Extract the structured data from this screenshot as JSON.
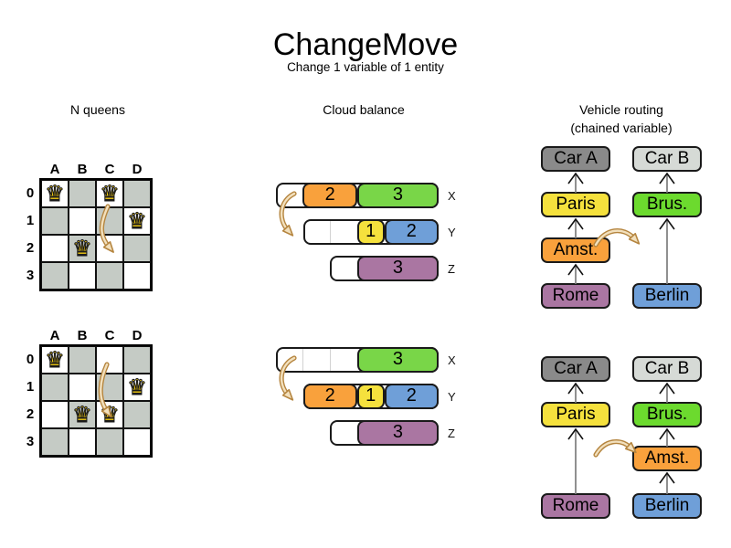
{
  "title": "ChangeMove",
  "subtitle": "Change 1 variable of 1 entity",
  "columns": {
    "nqueens": {
      "label": "N queens"
    },
    "cloud": {
      "label": "Cloud balance"
    },
    "vehicle": {
      "label": "Vehicle routing",
      "sublabel": "(chained variable)"
    }
  },
  "colors": {
    "board_dark": "#c5cbc5",
    "board_light": "#ffffff",
    "queen_gold": "#f5cd11",
    "orange": "#f9a13c",
    "cloud_green": "#79d648",
    "yellow": "#f5e13d",
    "blue": "#6f9fd8",
    "purple": "#aa76a2",
    "vr_green": "#6cda2e",
    "car_a_gray": "#8a8a8a",
    "car_b_gray": "#d6dad6",
    "move_arrow_fill": "#f2e0bd",
    "move_arrow_stroke": "#b5853f",
    "chain_line": "#7d7d7d",
    "outline": "#1a1a1a"
  },
  "nqueens": {
    "col_labels": [
      "A",
      "B",
      "C",
      "D"
    ],
    "row_labels": [
      "0",
      "1",
      "2",
      "3"
    ],
    "boards": [
      {
        "name": "before",
        "queens": [
          {
            "col": "A",
            "row": "0"
          },
          {
            "col": "C",
            "row": "0"
          },
          {
            "col": "D",
            "row": "1"
          },
          {
            "col": "B",
            "row": "2"
          }
        ],
        "move_arrow": {
          "from": "C0",
          "to": "C2"
        }
      },
      {
        "name": "after",
        "queens": [
          {
            "col": "A",
            "row": "0"
          },
          {
            "col": "D",
            "row": "1"
          },
          {
            "col": "B",
            "row": "2"
          },
          {
            "col": "C",
            "row": "2"
          }
        ],
        "move_arrow": {
          "from": "C0",
          "to": "C2"
        }
      }
    ]
  },
  "cloud": {
    "computer_labels": [
      "X",
      "Y",
      "Z"
    ],
    "states": [
      {
        "name": "before",
        "move_arrow": {
          "from": "X",
          "to": "Y"
        },
        "rows": [
          {
            "label": "X",
            "capacity": 6,
            "segments": [
              {
                "empty": 1
              },
              {
                "block": "2",
                "size": 2,
                "color": "orange"
              },
              {
                "block": "3",
                "size": 3,
                "color": "cloud_green"
              }
            ]
          },
          {
            "label": "Y",
            "capacity": 5,
            "segments": [
              {
                "empty": 2
              },
              {
                "block": "1",
                "size": 1,
                "color": "yellow"
              },
              {
                "block": "2",
                "size": 2,
                "color": "blue"
              }
            ]
          },
          {
            "label": "Z",
            "capacity": 4,
            "segments": [
              {
                "empty": 1
              },
              {
                "block": "3",
                "size": 3,
                "color": "purple"
              }
            ]
          }
        ]
      },
      {
        "name": "after",
        "move_arrow": {
          "from": "X",
          "to": "Y"
        },
        "rows": [
          {
            "label": "X",
            "capacity": 6,
            "segments": [
              {
                "empty": 3
              },
              {
                "block": "3",
                "size": 3,
                "color": "cloud_green"
              }
            ]
          },
          {
            "label": "Y",
            "capacity": 5,
            "segments": [
              {
                "block": "2",
                "size": 2,
                "color": "orange"
              },
              {
                "block": "1",
                "size": 1,
                "color": "yellow"
              },
              {
                "block": "2",
                "size": 2,
                "color": "blue"
              }
            ]
          },
          {
            "label": "Z",
            "capacity": 4,
            "segments": [
              {
                "empty": 1
              },
              {
                "block": "3",
                "size": 3,
                "color": "purple"
              }
            ]
          }
        ]
      }
    ]
  },
  "vehicle": {
    "states": [
      {
        "name": "before",
        "move_arrow": {
          "entity": "Amst.",
          "from": "Car A chain",
          "to": "Car B chain"
        },
        "chains": [
          {
            "nodes": [
              {
                "text": "Car A",
                "color": "car_a_gray",
                "slot": 0
              },
              {
                "text": "Paris",
                "color": "yellow",
                "slot": 1
              },
              {
                "text": "Amst.",
                "color": "orange",
                "slot": 2
              },
              {
                "text": "Rome",
                "color": "purple",
                "slot": 3
              }
            ]
          },
          {
            "nodes": [
              {
                "text": "Car B",
                "color": "car_b_gray",
                "slot": 0
              },
              {
                "text": "Brus.",
                "color": "vr_green",
                "slot": 1
              },
              {
                "text": "Berlin",
                "color": "blue",
                "slot": 3
              }
            ]
          }
        ]
      },
      {
        "name": "after",
        "move_arrow": {
          "entity": "Amst.",
          "from": "Car A chain",
          "to": "Car B chain"
        },
        "chains": [
          {
            "nodes": [
              {
                "text": "Car A",
                "color": "car_a_gray",
                "slot": 0
              },
              {
                "text": "Paris",
                "color": "yellow",
                "slot": 1
              },
              {
                "text": "Rome",
                "color": "purple",
                "slot": 3
              }
            ]
          },
          {
            "nodes": [
              {
                "text": "Car B",
                "color": "car_b_gray",
                "slot": 0
              },
              {
                "text": "Brus.",
                "color": "vr_green",
                "slot": 1
              },
              {
                "text": "Amst.",
                "color": "orange",
                "slot": 2
              },
              {
                "text": "Berlin",
                "color": "blue",
                "slot": 3
              }
            ]
          }
        ]
      }
    ]
  }
}
